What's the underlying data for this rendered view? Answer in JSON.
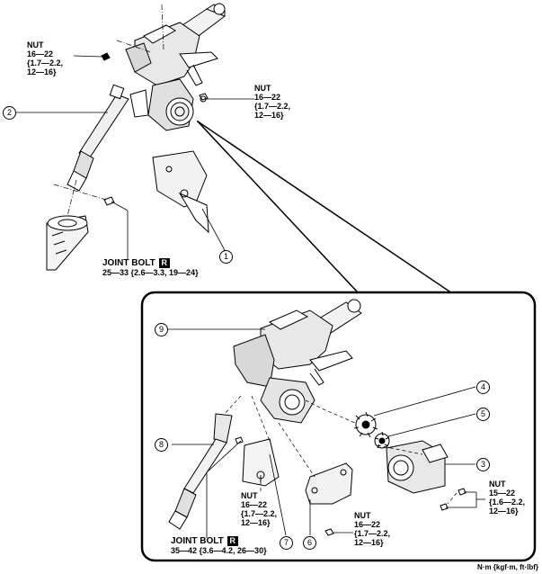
{
  "nut_labels": {
    "top_left": {
      "name": "NUT",
      "line1": "16—22",
      "line2": "{1.7—2.2,",
      "line3": "12—16}"
    },
    "top_right": {
      "name": "NUT",
      "line1": "16—22",
      "line2": "{1.7—2.2,",
      "line3": "12—16}"
    },
    "detail_right": {
      "name": "NUT",
      "line1": "15—22",
      "line2": "{1.6—2.2,",
      "line3": "12—16}"
    },
    "detail_bracket": {
      "name": "NUT",
      "line1": "16—22",
      "line2": "{1.7—2.2,",
      "line3": "12—16}"
    },
    "detail_bottom": {
      "name": "NUT",
      "line1": "16—22",
      "line2": "{1.7—2.2,",
      "line3": "12—16}"
    }
  },
  "joint_bolt_top": {
    "title": "JOINT BOLT",
    "badge": "R",
    "torque": "25—33 {2.6—3.3, 19—24}"
  },
  "joint_bolt_detail": {
    "title": "JOINT BOLT",
    "badge": "R",
    "torque": "35—42 {3.6—4.2, 26—30}"
  },
  "callouts": [
    "1",
    "2",
    "3",
    "4",
    "5",
    "6",
    "7",
    "8",
    "9"
  ],
  "unit_note": "N·m {kgf·m, ft·lbf}"
}
